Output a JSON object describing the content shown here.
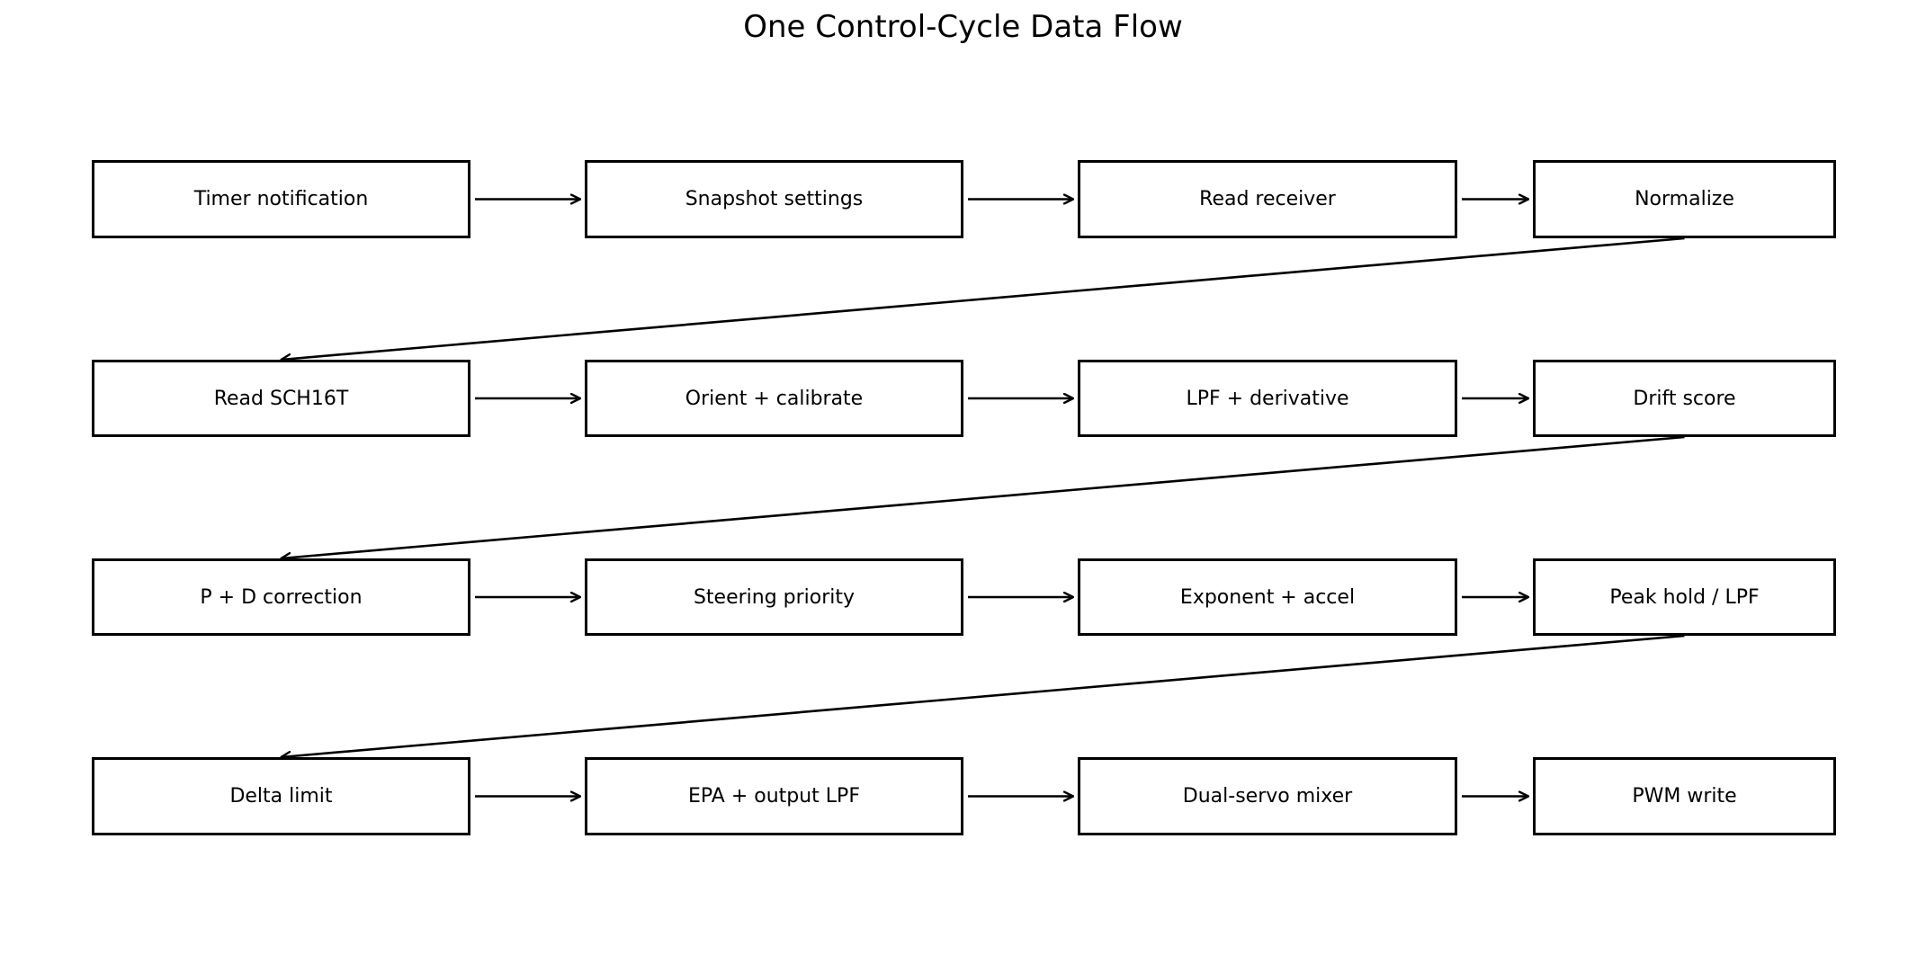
{
  "title": "One Control-Cycle Data Flow",
  "colors": {
    "stroke": "#000000",
    "fill": "#ffffff",
    "text": "#000000"
  },
  "rows": [
    [
      "Timer notification",
      "Snapshot settings",
      "Read receiver",
      "Normalize"
    ],
    [
      "Read SCH16T",
      "Orient + calibrate",
      "LPF + derivative",
      "Drift score"
    ],
    [
      "P + D correction",
      "Steering priority",
      "Exponent + accel",
      "Peak hold / LPF"
    ],
    [
      "Delta limit",
      "EPA + output LPF",
      "Dual-servo mixer",
      "PWM write"
    ]
  ]
}
